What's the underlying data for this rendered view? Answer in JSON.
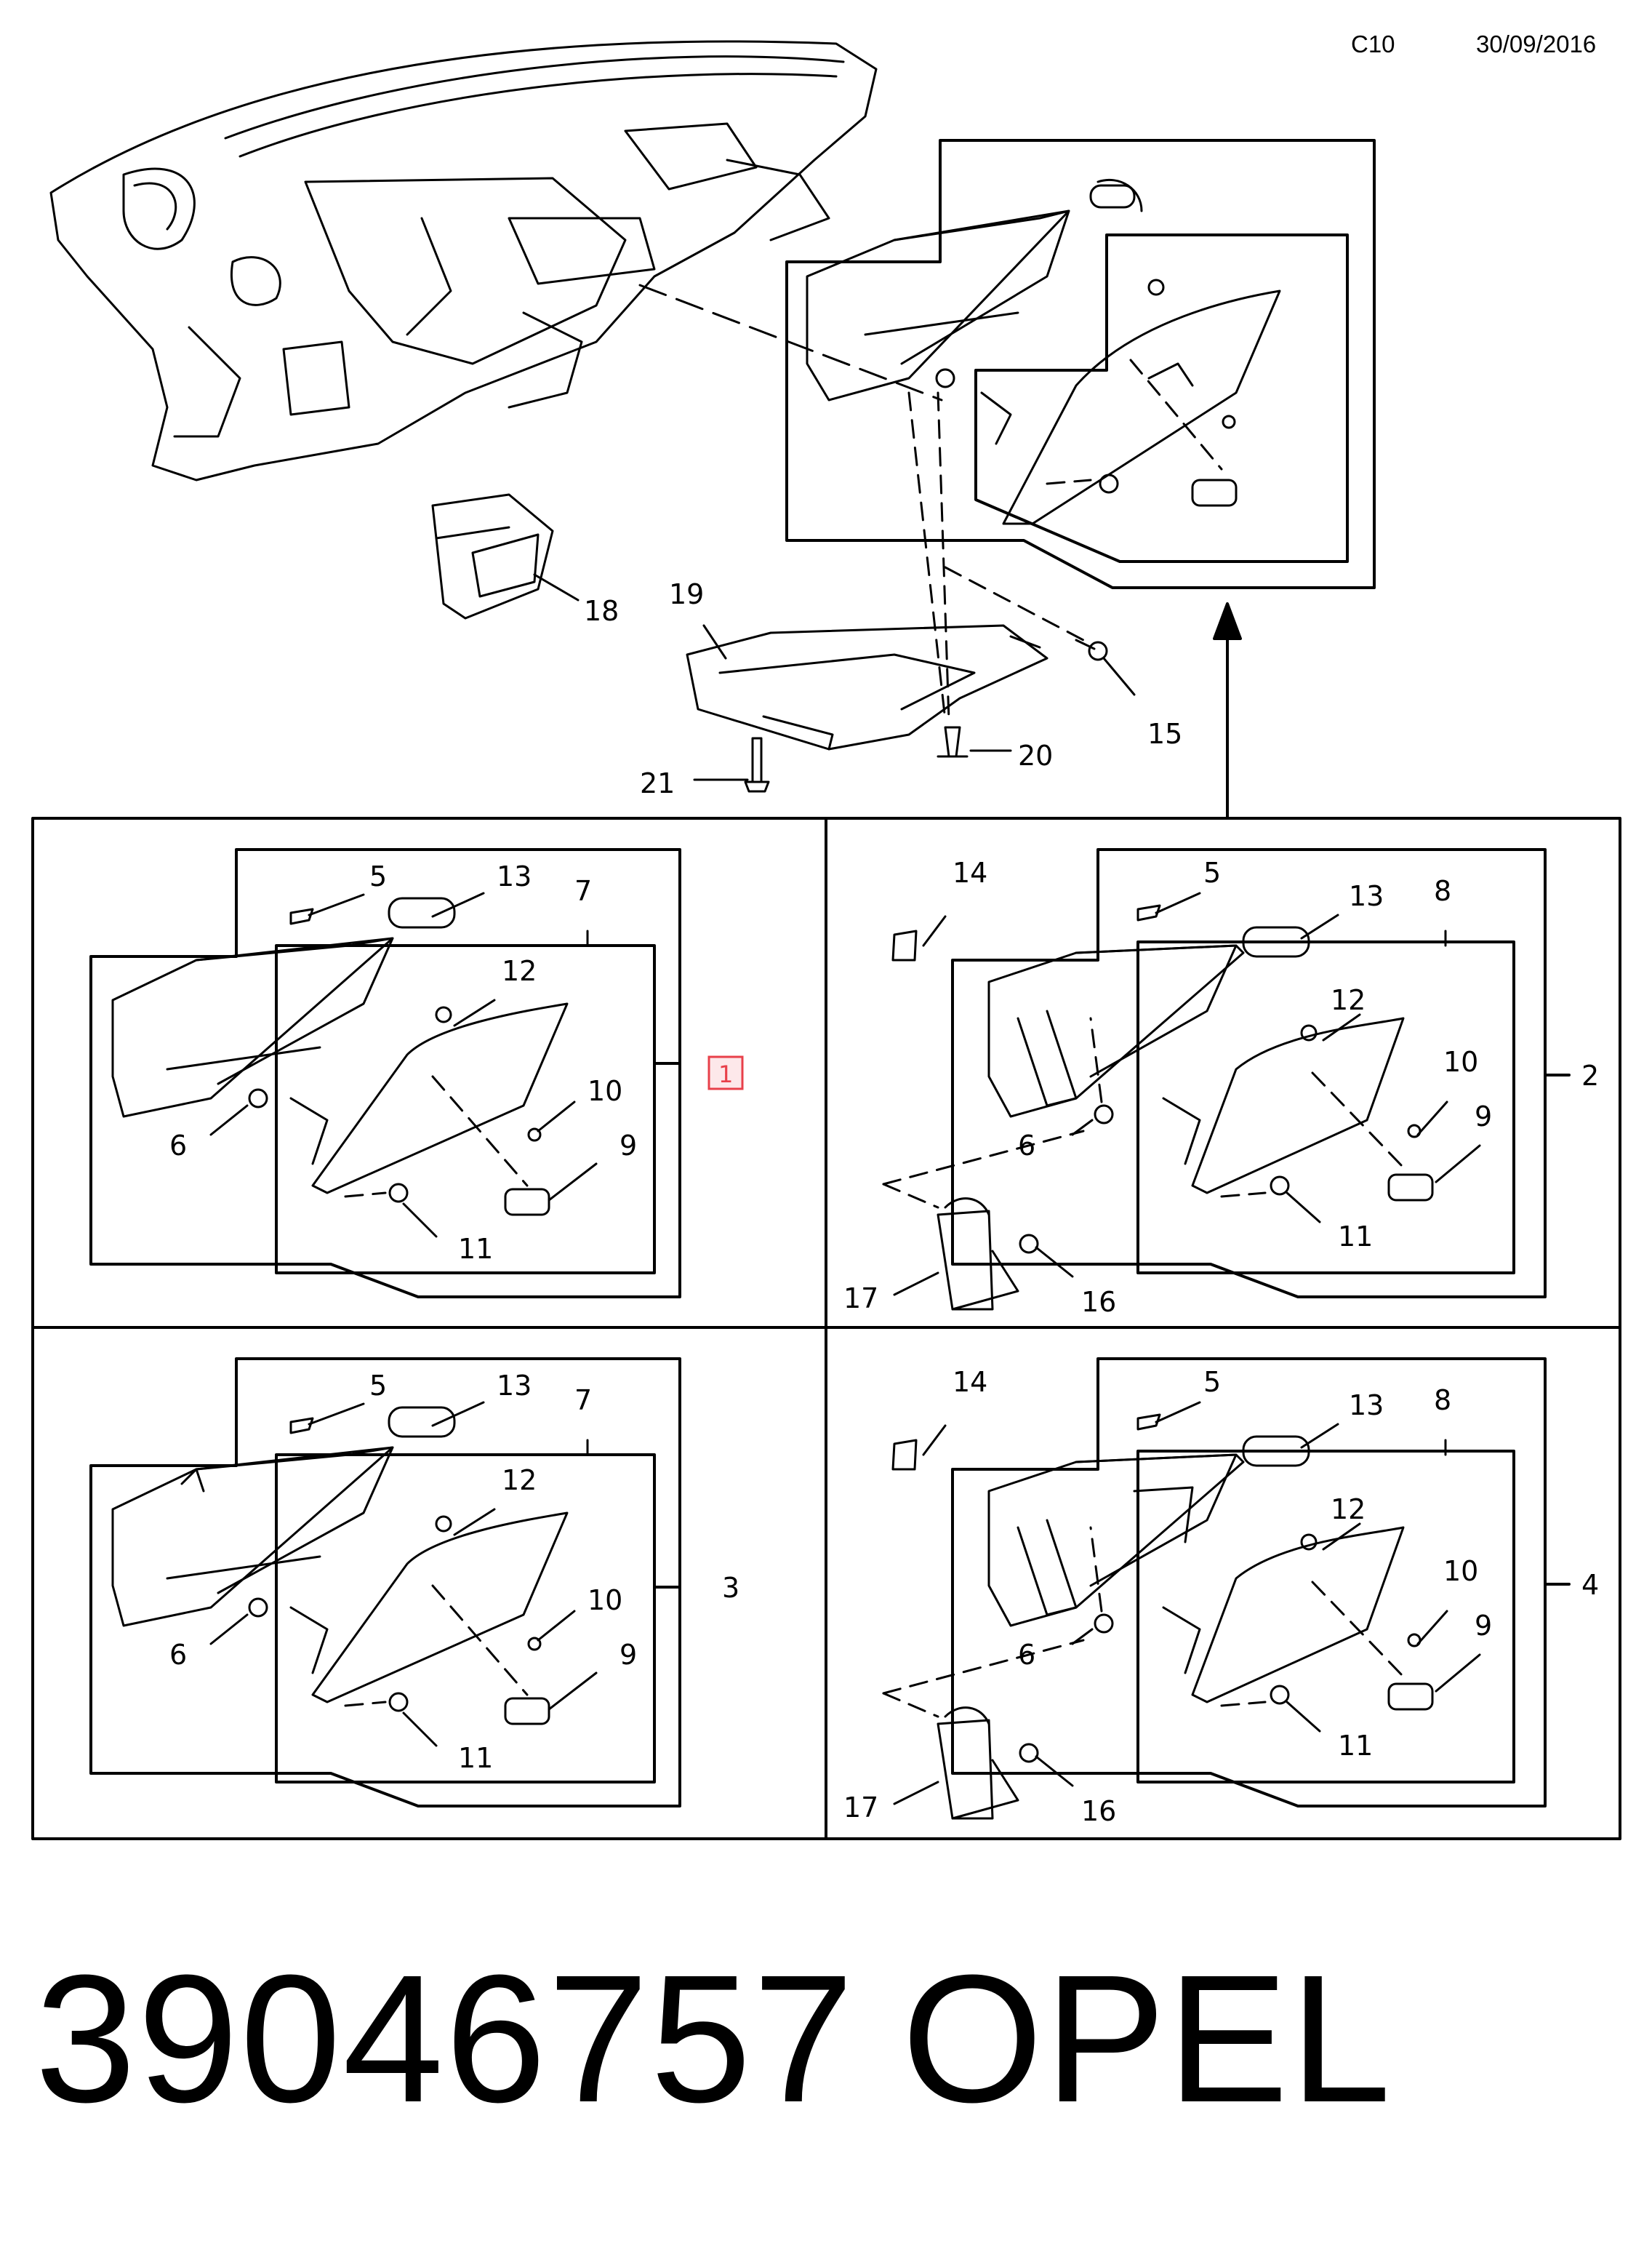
{
  "header": {
    "code": "C10",
    "date": "30/09/2016"
  },
  "footer": {
    "part_number": "39046757",
    "brand": "OPEL"
  },
  "top_callouts": [
    "18",
    "19",
    "15",
    "20",
    "21"
  ],
  "panels": [
    {
      "variant": "1",
      "callouts": [
        "5",
        "13",
        "7",
        "12",
        "10",
        "9",
        "6",
        "11"
      ]
    },
    {
      "variant": "2",
      "callouts": [
        "14",
        "5",
        "13",
        "8",
        "12",
        "10",
        "9",
        "6",
        "11",
        "17",
        "16"
      ]
    },
    {
      "variant": "3",
      "callouts": [
        "5",
        "13",
        "7",
        "12",
        "10",
        "9",
        "6",
        "11"
      ]
    },
    {
      "variant": "4",
      "callouts": [
        "14",
        "5",
        "13",
        "8",
        "12",
        "10",
        "9",
        "6",
        "11",
        "17",
        "16"
      ]
    }
  ],
  "highlight_color": "#e8404a"
}
